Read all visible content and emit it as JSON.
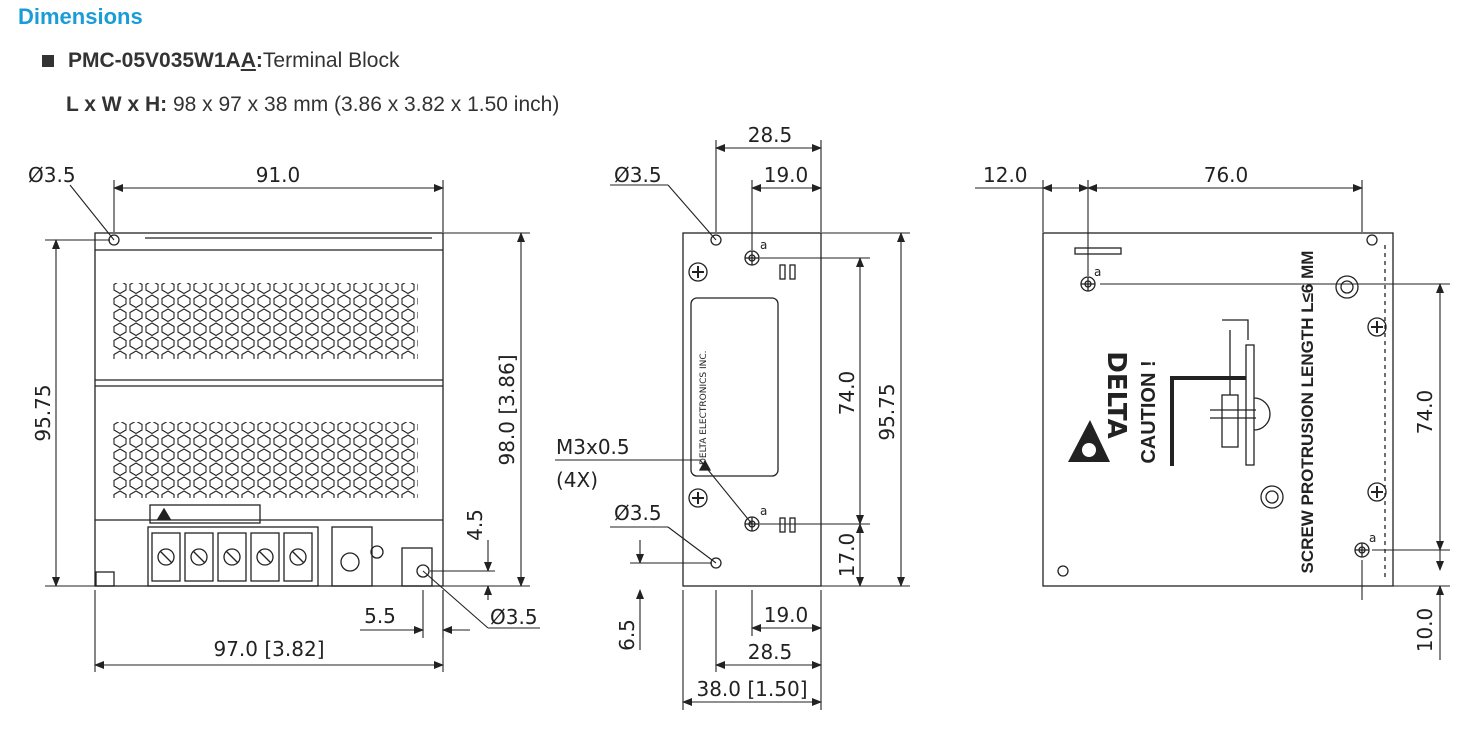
{
  "header": {
    "title": "Dimensions",
    "model_code": "PMC-05V035W1A",
    "model_code_underlined": "A",
    "model_suffix": ":",
    "model_desc": " Terminal Block",
    "dims_label": "L x W x H:",
    "dims_value": " 98 x 97 x 38 mm (3.86 x 3.82 x 1.50 inch)"
  },
  "front_view": {
    "dia_top": "Ø3.5",
    "width_top": "91.0",
    "height_left": "95.75",
    "height_right": "98.0 [3.86]",
    "offset_45": "4.5",
    "offset_55": "5.5",
    "dia_bottom": "Ø3.5",
    "width_bottom": "97.0 [3.82]"
  },
  "side_view": {
    "w_285_top": "28.5",
    "dia_top": "Ø3.5",
    "w_190_top": "19.0",
    "h_740": "74.0",
    "h_9575": "95.75",
    "thread": "M3x0.5",
    "thread_count": "(4X)",
    "dia_bottom": "Ø3.5",
    "h_170": "17.0",
    "h_65": "6.5",
    "w_190_bottom": "19.0",
    "w_285_bottom": "28.5",
    "w_380": "38.0 [1.50]",
    "label_brand": "DELTA ELECTRONICS INC."
  },
  "rear_view": {
    "offset_120": "12.0",
    "w_760": "76.0",
    "h_740": "74.0",
    "h_100": "10.0",
    "caution": "CAUTION !",
    "screw_note": "SCREW PROTRUSION LENGTH  L≤6 MM",
    "brand": "DELTA",
    "mark_a": "a"
  },
  "colors": {
    "title": "#1a9cd8",
    "line": "#222222"
  }
}
